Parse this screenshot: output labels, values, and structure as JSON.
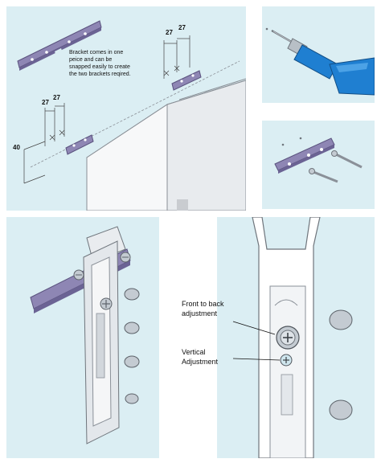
{
  "panels": {
    "main": {
      "bracket_note_lines": [
        "Bracket comes in one",
        "peice and can be",
        "snapped easily to create",
        "the two brackets reqired."
      ],
      "dim_27_a": "27",
      "dim_27_b": "27",
      "dim_27_c": "27",
      "dim_27_d": "27",
      "dim_40": "40"
    },
    "detail": {
      "front_to_back_lines": [
        "Front to back",
        "adjustment"
      ],
      "vertical_lines": [
        "Vertical",
        "Adjustment"
      ]
    }
  },
  "colors": {
    "panel_background": "#dbeef3",
    "bracket_purple": "#8e86b4",
    "drill_blue": "#1f7fd1",
    "hardware_silver": "#c4cbd2"
  }
}
